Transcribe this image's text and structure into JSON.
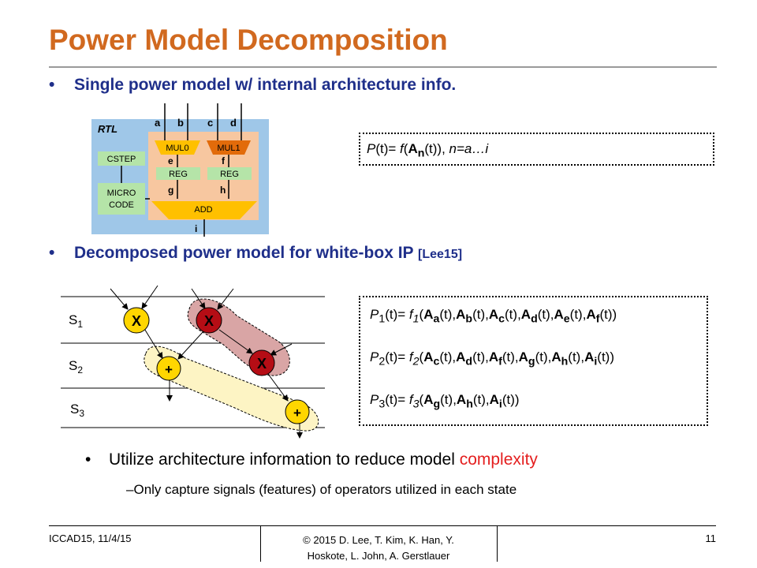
{
  "slide": {
    "title": "Power Model Decomposition",
    "bullet1": "Single power model w/ internal architecture info.",
    "bullet2_main": "Decomposed power model for white-box IP ",
    "bullet2_cite": "[Lee15]",
    "bullet3_pre": "Utilize architecture information to reduce model ",
    "bullet3_highlight": "complexity",
    "sub_bullet": "Only capture signals (features) of operators utilized in each state",
    "bullet_glyph": "•",
    "dash_glyph": "–"
  },
  "rtl": {
    "label": "RTL",
    "inputs": [
      "a",
      "b",
      "c",
      "d"
    ],
    "cstep": "CSTEP",
    "micro": "MICRO",
    "code": "CODE",
    "mul0": "MUL0",
    "mul1": "MUL1",
    "e": "e",
    "f": "f",
    "reg1": "REG",
    "reg2": "REG",
    "g": "g",
    "h": "h",
    "add": "ADD",
    "i": "i"
  },
  "eq1": {
    "p": "P",
    "t1": "(t)= ",
    "f": "f",
    "open": "(",
    "a": "A",
    "n": "n",
    "t2": "(t)), ",
    "range": "n=a…i"
  },
  "states": {
    "s": "S",
    "s1": "1",
    "s2": "2",
    "s3": "3",
    "x": "X",
    "plus": "+"
  },
  "eqs": {
    "p": "P",
    "f": "f",
    "a": "A",
    "t": "(t)",
    "eqsign": "(t)= ",
    "sep": ",",
    "open": "(",
    "close": ")",
    "n1": "1",
    "n2": "2",
    "n3": "3",
    "sa": "a",
    "sb": "b",
    "sc": "c",
    "sd": "d",
    "se": "e",
    "sf": "f",
    "sg": "g",
    "sh": "h",
    "si": "i"
  },
  "footer": {
    "left": "ICCAD15,  11/4/15",
    "center_line1": "© 2015 D. Lee, T. Kim, K. Han, Y.",
    "center_line2": "Hoskote, L. John, A. Gerstlauer",
    "page": "11"
  },
  "colors": {
    "title": "#d1691f",
    "bullet": "#1f2f8a",
    "highlight": "#e41e1e",
    "rtl_bg": "#9fc7e8",
    "datapath_bg": "#f7c7a0",
    "mul0": "#ffc000",
    "mul1": "#e26b0a",
    "reg": "#b5e4a8",
    "mul_node": "#b50d15",
    "x_node": "#ffd600"
  }
}
